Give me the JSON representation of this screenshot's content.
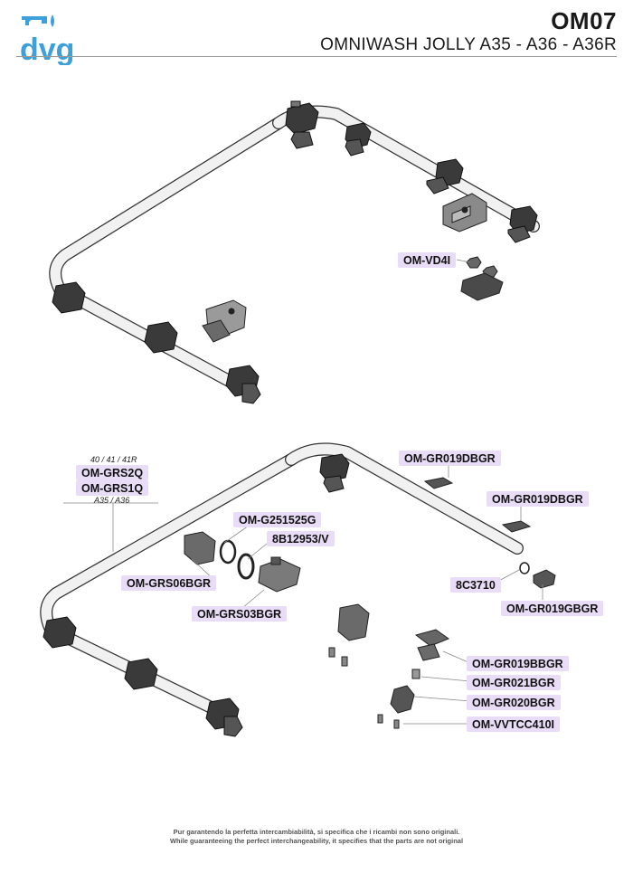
{
  "header": {
    "logo_text": "dvg",
    "code": "OM07",
    "title": "OMNIWASH JOLLY A35 - A36 - A36R"
  },
  "labels": {
    "vd4i": "OM-VD4I",
    "grs_models_top": "40 / 41 / 41R",
    "grs2q": "OM-GRS2Q",
    "grs1q": "OM-GRS1Q",
    "grs_models_bottom": "A35 / A36",
    "gr019dbgr_1": "OM-GR019DBGR",
    "gr019dbgr_2": "OM-GR019DBGR",
    "g251525g": "OM-G251525G",
    "b12953v": "8B12953/V",
    "grs06bgr": "OM-GRS06BGR",
    "c3710": "8C3710",
    "gr019gbgr": "OM-GR019GBGR",
    "grs03bgr": "OM-GRS03BGR",
    "gr019bbgr": "OM-GR019BBGR",
    "gr021bgr": "OM-GR021BGR",
    "gr020bgr": "OM-GR020BGR",
    "vvtcc410i": "OM-VVTCC410I"
  },
  "footer": {
    "line_it": "Pur garantendo la perfetta intercambiabilità, si specifica che i ricambi non sono originali.",
    "line_en": "While guaranteeing the perfect interchangeability, it specifies that the parts are not original"
  },
  "colors": {
    "brand": "#3da0d8",
    "label_bg": "#e9dcf6"
  }
}
